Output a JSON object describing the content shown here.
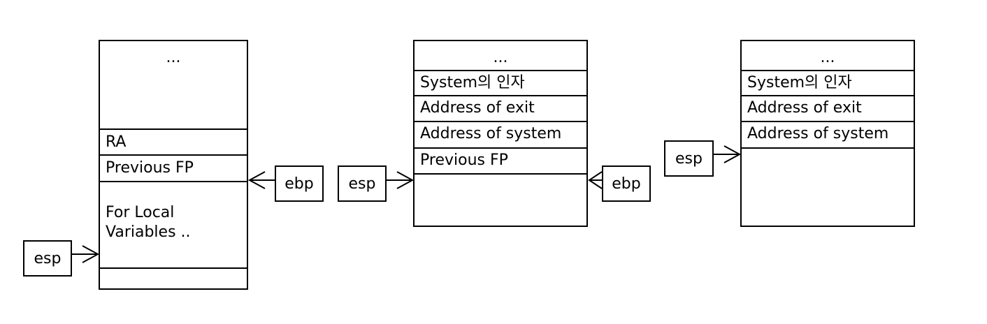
{
  "diagram": {
    "stack1": {
      "top": "...",
      "ra": "RA",
      "prev_fp": "Previous FP",
      "locals": "For Local\nVariables ..",
      "bottom": ""
    },
    "stack2": {
      "top": "...",
      "arg": "System의 인자",
      "exit": "Address of exit",
      "system": "Address of system",
      "prev_fp": "Previous FP",
      "bottom": ""
    },
    "stack3": {
      "top": "...",
      "arg": "System의 인자",
      "exit": "Address of exit",
      "system": "Address of system",
      "bottom": ""
    },
    "registers": {
      "ebp": "ebp",
      "esp": "esp"
    }
  }
}
